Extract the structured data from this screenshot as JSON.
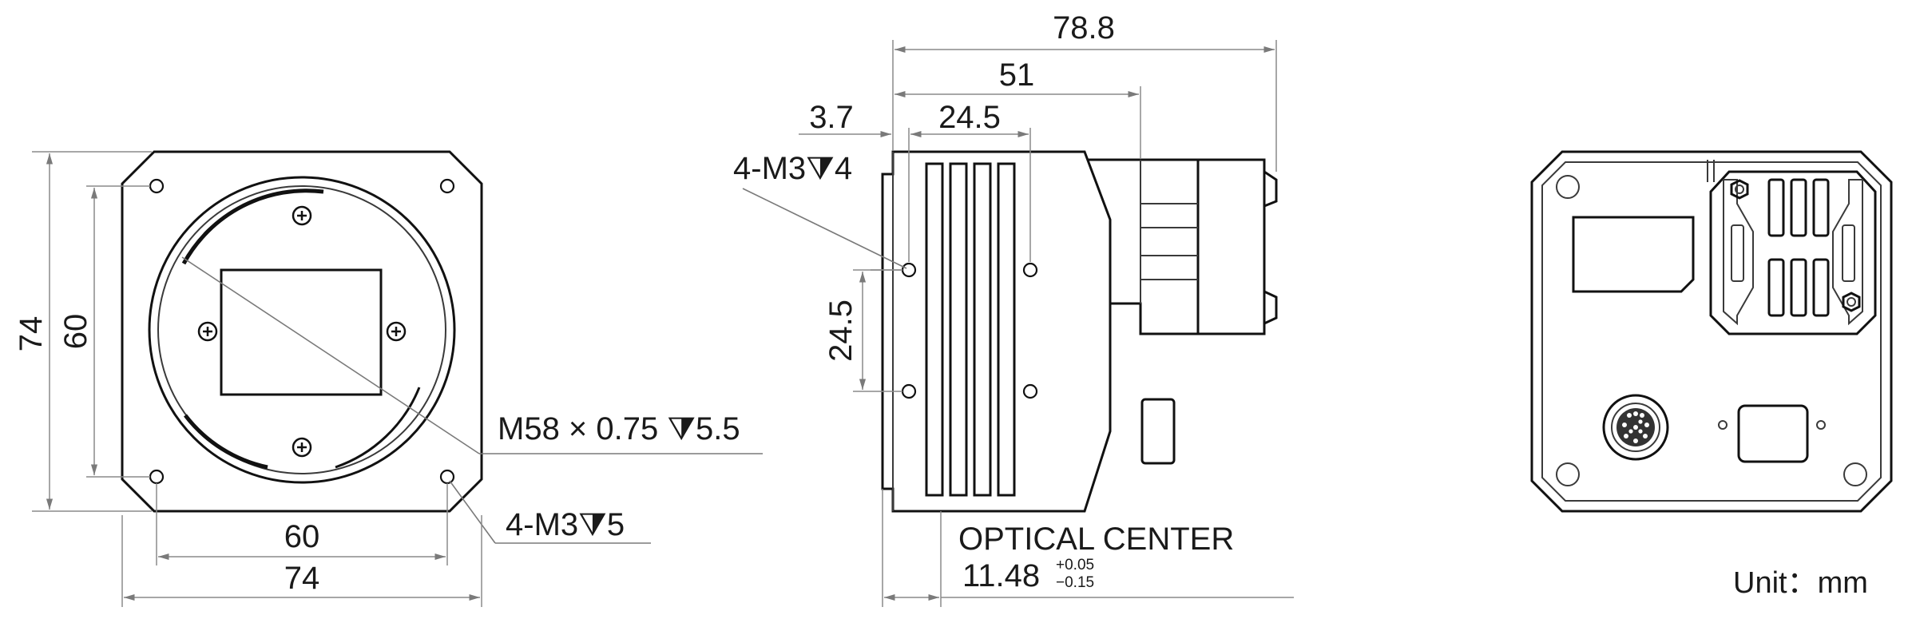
{
  "front_view": {
    "height_outer": "74",
    "height_holes": "60",
    "width_holes": "60",
    "width_outer": "74",
    "mount_thread": "M58 × 0.75 ⧩5.5",
    "holes": "4-M3⧩5"
  },
  "side_view": {
    "length_total": "78.8",
    "length_body": "51",
    "hole_offset": "3.7",
    "hole_spacing_x": "24.5",
    "hole_spacing_y": "24.5",
    "holes": "4-M3⧩4",
    "optical_center_label": "OPTICAL CENTER",
    "optical_center_value": "11.48",
    "tol_plus": "+0.05",
    "tol_minus": "−0.15"
  },
  "unit_note": "Unit：mm",
  "colors": {
    "outline": "#111111",
    "dimension": "#8a8a8a",
    "text": "#1a1a1a"
  }
}
